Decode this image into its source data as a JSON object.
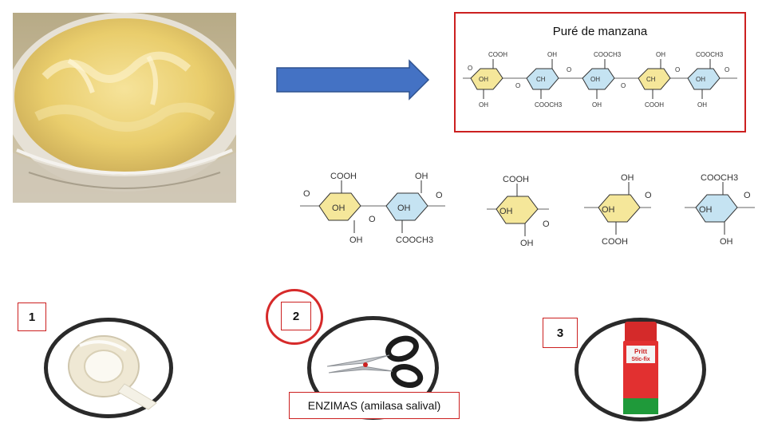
{
  "top_box": {
    "title": "Puré de manzana"
  },
  "labels": {
    "one": "1",
    "two": "2",
    "three": "3",
    "enzyme": "ENZIMAS (amilasa salival)"
  },
  "chem": {
    "coo": "COOH",
    "oh": "OH",
    "ooch3": "COOCH3",
    "ch": "CH",
    "o": "O"
  },
  "product": {
    "brand": "Pritt",
    "name": "Stic-fix"
  },
  "colors": {
    "frame_red": "#cc2020",
    "arrow_blue": "#4472c4",
    "ring_dark": "#2a2a2a",
    "ring_yellow": "#f5e79a",
    "ring_blue": "#c5e3f2"
  }
}
